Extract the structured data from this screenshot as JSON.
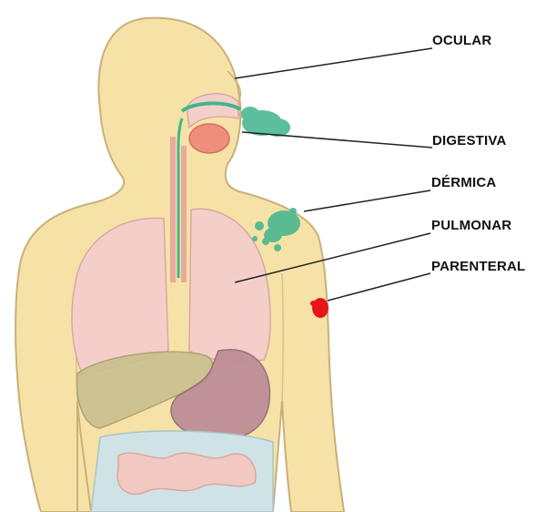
{
  "labels": {
    "ocular": "OCULAR",
    "digestiva": "DIGESTIVA",
    "dermica": "DÉRMICA",
    "pulmonar": "PULMONAR",
    "parenteral": "PARENTERAL"
  },
  "colors": {
    "skin": "#f6e2a6",
    "skin_outline": "#c9b07a",
    "lung": "#f4cfc9",
    "lung_outline": "#d7a9a2",
    "toxic_green": "#3fb58e",
    "injection_red": "#e8141a",
    "liver": "#c9bf8f",
    "stomach": "#b98a96",
    "intestine": "#f1c9c2",
    "leader_line": "#222222"
  },
  "icons": {
    "body": "human-torso-icon",
    "lungs": "lungs-icon",
    "stomach": "stomach-icon",
    "liver": "liver-icon",
    "exposure_cloud": "toxic-cloud-icon",
    "injection_spot": "injection-site-icon"
  }
}
